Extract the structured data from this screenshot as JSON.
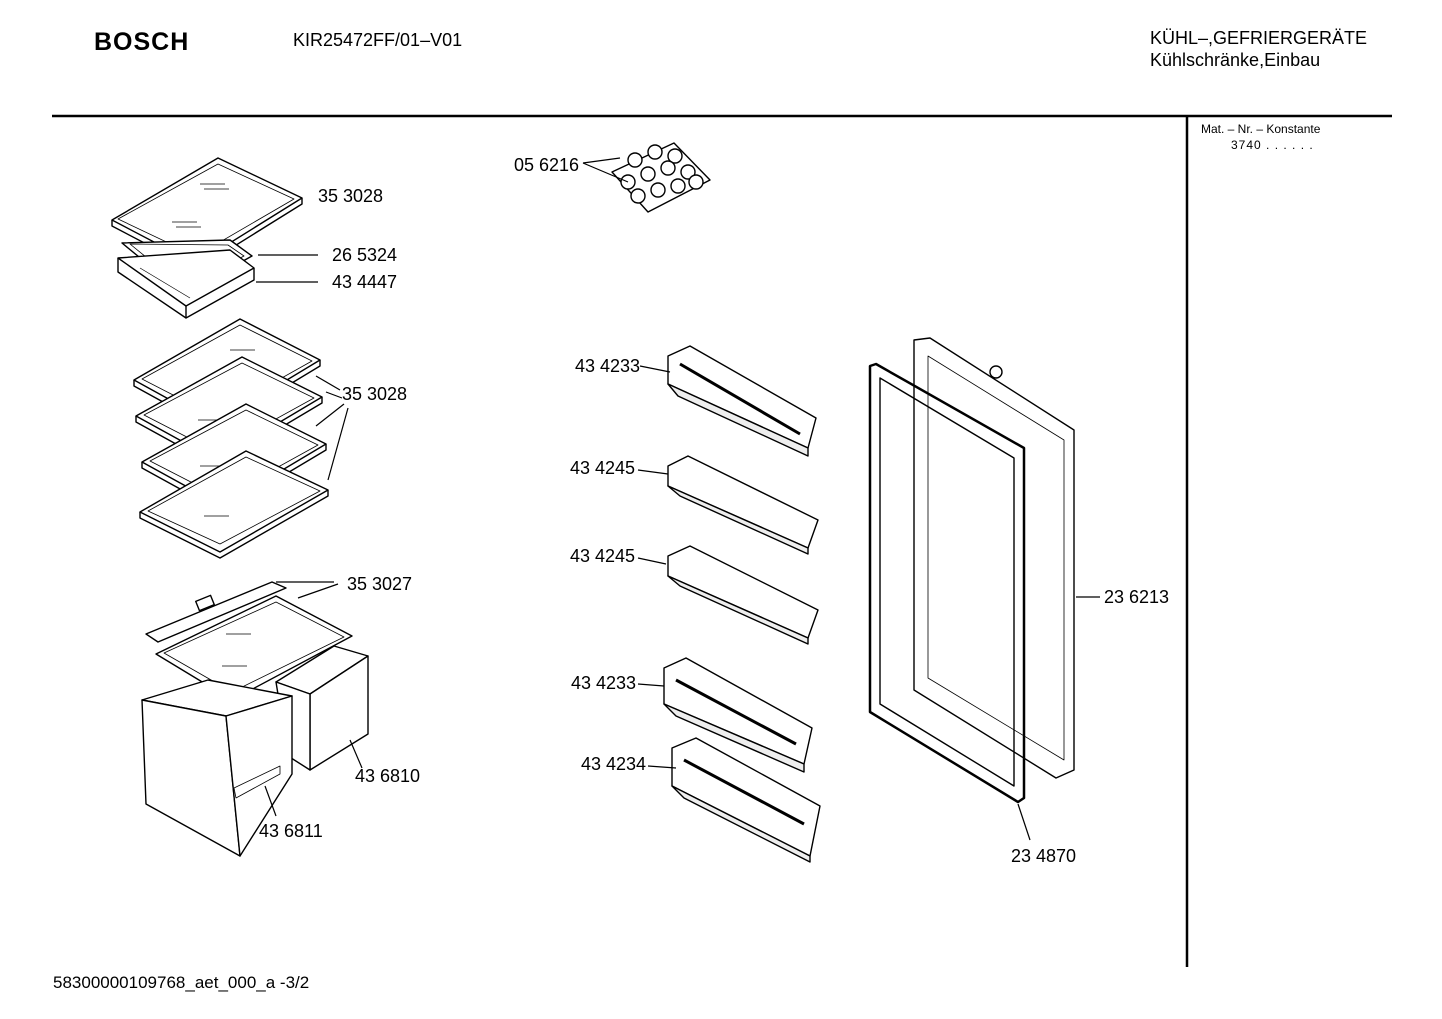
{
  "header": {
    "brand": "BOSCH",
    "model": "KIR25472FF/01–V01",
    "category_line1": "KÜHL–,GEFRIERGERÄTE",
    "category_line2": "Kühlschränke,Einbau"
  },
  "sidebar": {
    "mat_header": "Mat. – Nr. – Konstante",
    "mat_value": "3740 . .  . . . ."
  },
  "parts": {
    "p_353028_top": "35 3028",
    "p_265324": "26 5324",
    "p_434447": "43 4447",
    "p_353028_group": "35 3028",
    "p_353027": "35 3027",
    "p_436810": "43 6810",
    "p_436811": "43 6811",
    "p_056216": "05 6216",
    "p_434233_top": "43 4233",
    "p_434245_a": "43 4245",
    "p_434245_b": "43 4245",
    "p_434233_bottom": "43 4233",
    "p_434234": "43 4234",
    "p_236213": "23 6213",
    "p_234870": "23 4870"
  },
  "footer": {
    "doc_id": "58300000109768_aet_000_a  -3/2"
  }
}
